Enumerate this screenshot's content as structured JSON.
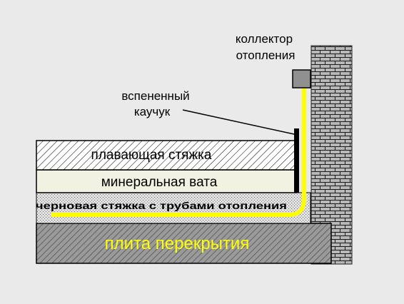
{
  "labels": {
    "collector_line1": "коллектор",
    "collector_line2": "отопления",
    "foam_rubber_line1": "вспененный",
    "foam_rubber_line2": "каучук",
    "floating_screed": "плавающая стяжка",
    "mineral_wool": "минеральная  вата",
    "rough_screed": "черновая стяжка с трубами отопления",
    "floor_slab": "плита перекрытия"
  },
  "colors": {
    "background": "#eaeaea",
    "pipe": "#ffff00",
    "slab_text": "#ffff00",
    "slab_fill": "#9a9a9a",
    "brick_fill": "#b8b8b8",
    "mineral_wool_fill": "#f2f2e2",
    "rough_screed_fill": "#e0e0e0",
    "collector_fill": "#909090",
    "insulation_strip": "#000000"
  }
}
